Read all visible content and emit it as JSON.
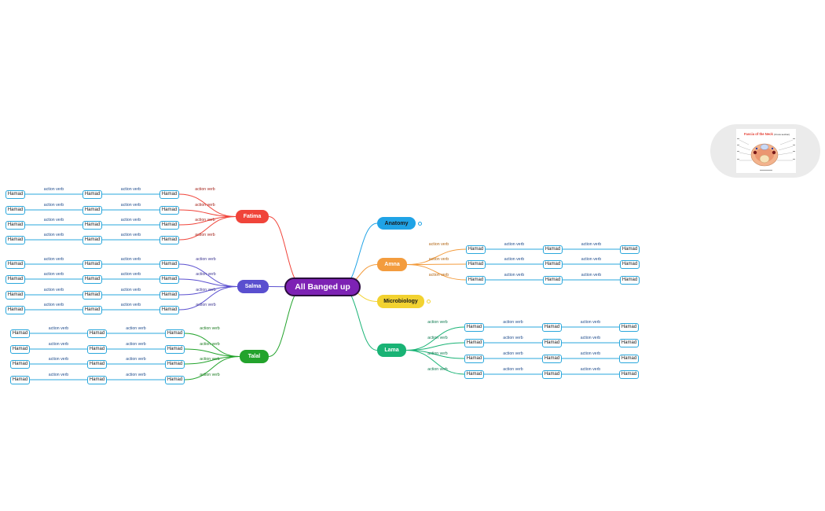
{
  "root": {
    "label": "All Banged up",
    "color": "#7d22b4"
  },
  "branches": [
    {
      "key": "fatima",
      "label": "Fatima",
      "color": "#f0443a",
      "verb_color": "#a3231b",
      "side": "left",
      "rows": 4
    },
    {
      "key": "salma",
      "label": "Salma",
      "color": "#5a4fcf",
      "verb_color": "#3c3590",
      "side": "left",
      "rows": 4
    },
    {
      "key": "talal",
      "label": "Talal",
      "color": "#23a32c",
      "verb_color": "#1b7a20",
      "side": "left",
      "rows": 4
    },
    {
      "key": "anatomy",
      "label": "Anatomy",
      "color": "#20a3e6",
      "text_color": "#1a1a1a",
      "side": "right",
      "rows": 0,
      "note": true
    },
    {
      "key": "amna",
      "label": "Amna",
      "color": "#f39c3e",
      "verb_color": "#b26614",
      "side": "right",
      "rows": 3
    },
    {
      "key": "microbiology",
      "label": "Microbiology",
      "color": "#f2d230",
      "text_color": "#1a1a1a",
      "side": "right",
      "rows": 0,
      "note": true
    },
    {
      "key": "lama",
      "label": "Lama",
      "color": "#19b375",
      "verb_color": "#0e7a50",
      "side": "right",
      "rows": 4
    }
  ],
  "leaf_label": "Hamad",
  "edge_label": "action verb",
  "image_card": {
    "title": "Fascia of the Neck",
    "subtitle": "(Cross section)",
    "title_color": "#e33b2f"
  }
}
